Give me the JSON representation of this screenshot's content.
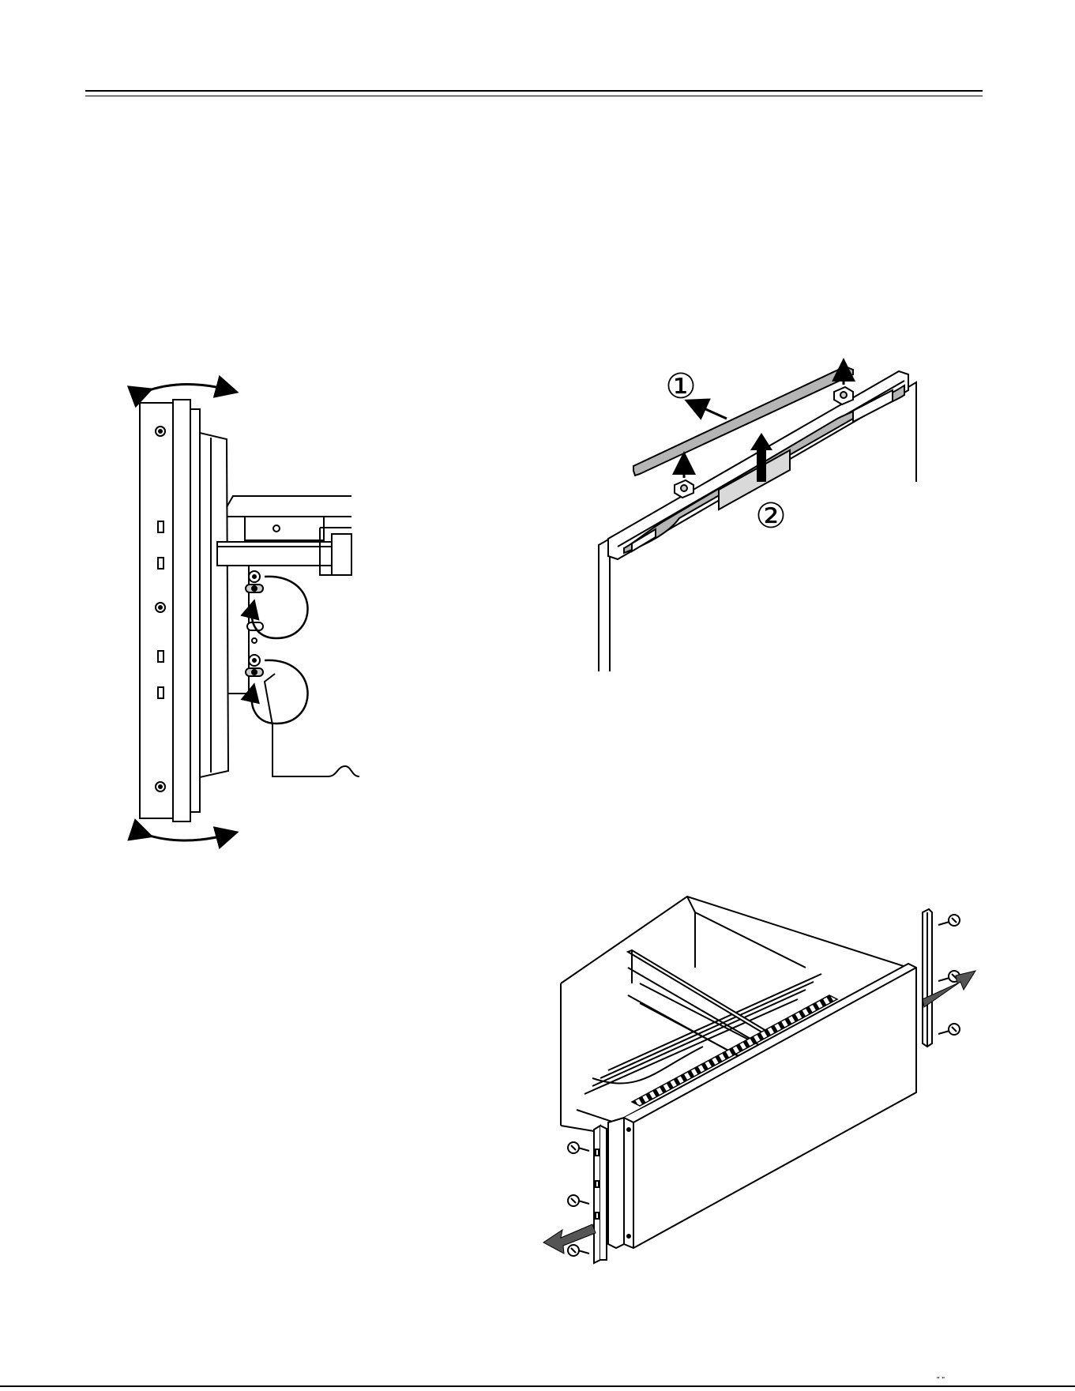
{
  "page": {
    "footer_marks": "\" \"",
    "colors": {
      "ink": "#000000",
      "paper": "#ffffff",
      "shade": "#b5b5b5",
      "light_shade": "#d9d9d9"
    }
  },
  "figures": [
    {
      "id": "door-hinge-adjustment",
      "icon": "door-side-view-icon"
    },
    {
      "id": "crossbar-removal",
      "callouts": [
        "①",
        "②"
      ]
    },
    {
      "id": "drawer-front-removal",
      "icon": "drawer-assembly-icon"
    }
  ]
}
